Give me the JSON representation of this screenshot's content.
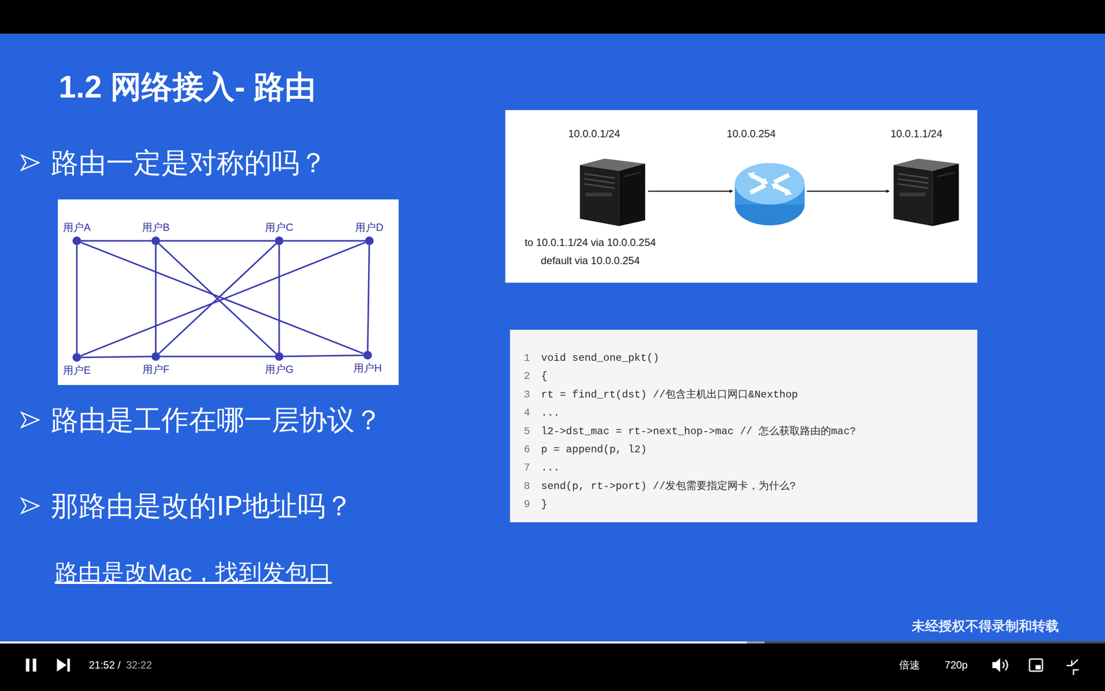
{
  "diagram": {
    "title": "1.2 网络接入- 路由",
    "nodes": [
      {
        "text": [
          "10.0.0.1/24"
        ]
      },
      {
        "text": [
          "10.0.0.254"
        ]
      },
      {
        "text": [
          "10.0.1.1/24"
        ]
      },
      {
        "text": [
          "用户A"
        ]
      },
      {
        "text": [
          "用户B"
        ]
      },
      {
        "text": [
          "用户C"
        ]
      },
      {
        "text": [
          "用户D"
        ]
      },
      {
        "text": [
          "用户E"
        ]
      },
      {
        "text": [
          "用户F"
        ]
      },
      {
        "text": [
          "用户G"
        ]
      },
      {
        "text": [
          "用户H"
        ]
      }
    ],
    "edges": [
      {
        "from": 0,
        "to": 1,
        "arrow": "to"
      },
      {
        "from": 1,
        "to": 2,
        "arrow": "to"
      },
      {
        "from": 3,
        "to": 4,
        "arrow": "none"
      },
      {
        "from": 4,
        "to": 5,
        "arrow": "none"
      },
      {
        "from": 5,
        "to": 6,
        "arrow": "none"
      },
      {
        "from": 7,
        "to": 8,
        "arrow": "none"
      },
      {
        "from": 8,
        "to": 9,
        "arrow": "none"
      },
      {
        "from": 9,
        "to": 10,
        "arrow": "none"
      },
      {
        "from": 3,
        "to": 7,
        "arrow": "none"
      },
      {
        "from": 4,
        "to": 8,
        "arrow": "none"
      },
      {
        "from": 5,
        "to": 9,
        "arrow": "none"
      },
      {
        "from": 6,
        "to": 10,
        "arrow": "none"
      },
      {
        "from": 3,
        "to": 10,
        "arrow": "none"
      },
      {
        "from": 4,
        "to": 9,
        "arrow": "none"
      },
      {
        "from": 5,
        "to": 8,
        "arrow": "none"
      },
      {
        "from": 6,
        "to": 7,
        "arrow": "none"
      }
    ],
    "labels": [
      "路由一定是对称的吗？",
      "路由是工作在哪一层协议？",
      "那路由是改的IP地址吗？",
      "路由是改Mac，找到发包口",
      "to 10.0.1.1/24 via 10.0.0.254",
      "default via 10.0.0.254",
      "1",
      "void send_one_pkt()",
      "2",
      "{",
      "3",
      "rt = find_rt(dst) //包含主机出口网口&Nexthop",
      "4",
      "...",
      "5",
      "l2->dst_mac = rt->next_hop->mac // 怎么获取路由的mac?",
      "6",
      "p = append(p, l2)",
      "7",
      "...",
      "8",
      "send(p, rt->port) //发包需要指定网卡，为什么?",
      "9",
      "}",
      "未经授权不得录制和转载",
      "21:52 /",
      "32:22",
      "倍速",
      "720p"
    ]
  }
}
